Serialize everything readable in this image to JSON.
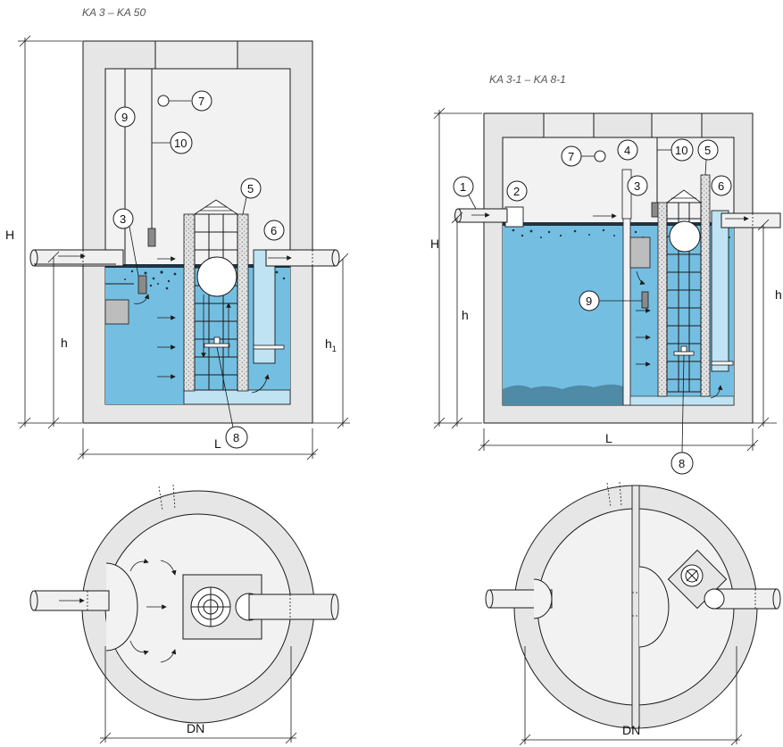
{
  "titles": {
    "left": "KA 3 – KA 50",
    "right": "KA 3-1 – KA 8-1"
  },
  "dims": {
    "H": "H",
    "h": "h",
    "h1_base": "h",
    "h1_sub": "1",
    "L": "L",
    "DN": "DN"
  },
  "callouts_left": [
    "9",
    "7",
    "10",
    "3",
    "5",
    "6",
    "8"
  ],
  "callouts_right": [
    "1",
    "2",
    "7",
    "4",
    "3",
    "10",
    "5",
    "6",
    "9",
    "8"
  ],
  "colors": {
    "concrete": "#e6e6e6",
    "interior": "#f2f2f2",
    "water": "#74bfe1",
    "water_light": "#bfe3f3",
    "sludge": "#4f8aa6",
    "scum": "#1f3341",
    "pipe": "#f0f0f0",
    "gray_block": "#8a8a8a"
  }
}
